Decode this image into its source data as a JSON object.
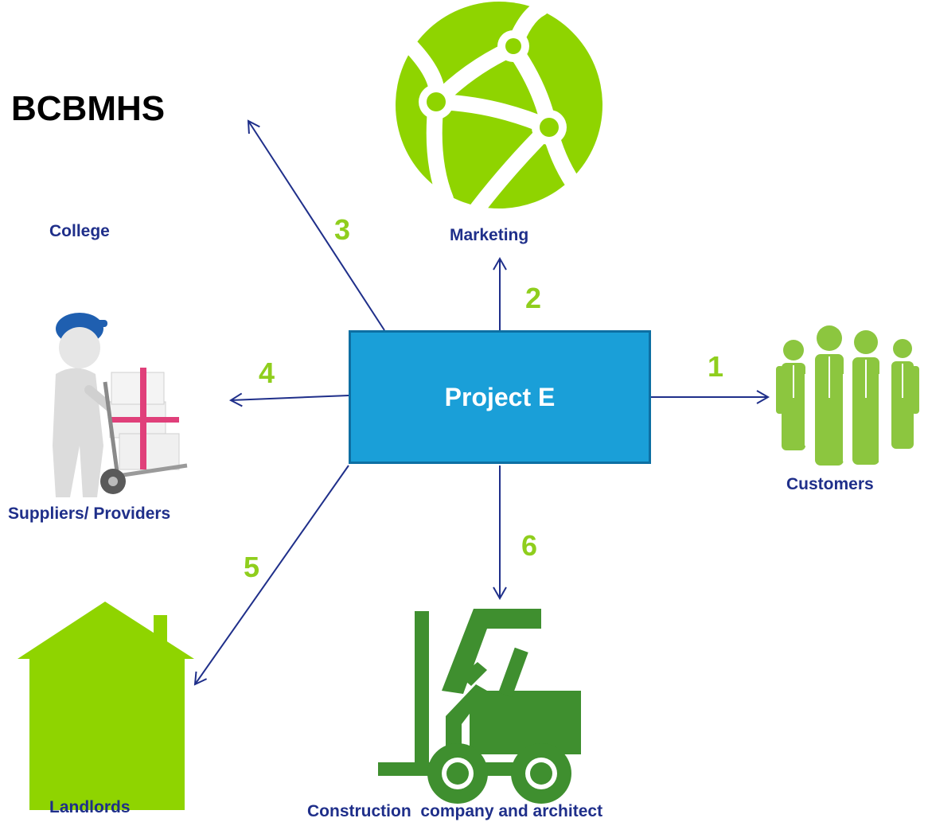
{
  "organization": "BCBMHS",
  "center": {
    "label": "Project E",
    "color": "#1a9fd8"
  },
  "stakeholders": [
    {
      "id": "customers",
      "label": "Customers",
      "number": "1",
      "icon": "people-group-icon"
    },
    {
      "id": "marketing",
      "label": "Marketing",
      "number": "2",
      "icon": "globe-network-icon"
    },
    {
      "id": "college",
      "label": "College",
      "number": "3",
      "icon": ""
    },
    {
      "id": "suppliers",
      "label": "Suppliers/ Providers",
      "number": "4",
      "icon": "delivery-person-icon"
    },
    {
      "id": "landlords",
      "label": "Landlords",
      "number": "5",
      "icon": "house-icon"
    },
    {
      "id": "construction",
      "label": "Construction  company and architect",
      "number": "6",
      "icon": "forklift-icon"
    }
  ],
  "colors": {
    "arrow": "#1f2f8a",
    "number": "#8fce1d",
    "label": "#1f2f8a",
    "house": "#8fd400",
    "globe": "#8fd400",
    "people": "#8cc63f",
    "forklift": "#3f8f2f"
  }
}
